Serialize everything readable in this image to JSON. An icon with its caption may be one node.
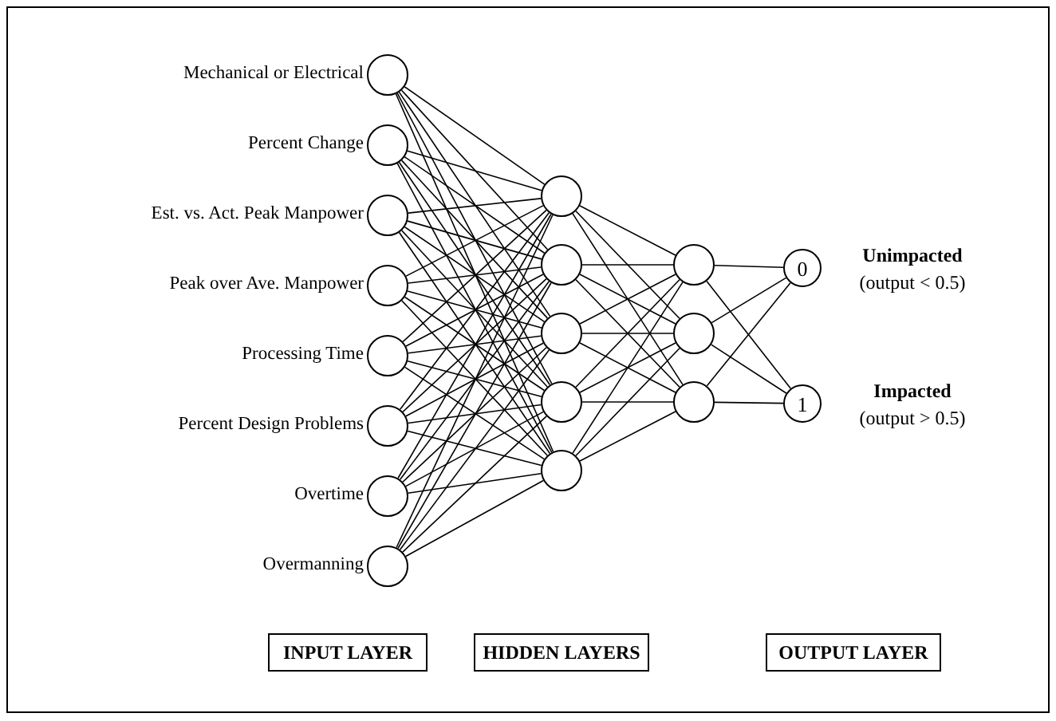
{
  "diagram": {
    "nodes": [
      {
        "text": [],
        "shape": "circle",
        "beside": [
          "Mechanical or Electrical"
        ]
      },
      {
        "text": [],
        "shape": "circle",
        "beside": [
          "Percent Change"
        ]
      },
      {
        "text": [],
        "shape": "circle",
        "beside": [
          "Est. vs. Act. Peak Manpower"
        ]
      },
      {
        "text": [],
        "shape": "circle",
        "beside": [
          "Peak over Ave. Manpower"
        ]
      },
      {
        "text": [],
        "shape": "circle",
        "beside": [
          "Processing Time"
        ]
      },
      {
        "text": [],
        "shape": "circle",
        "beside": [
          "Percent Design Problems"
        ]
      },
      {
        "text": [],
        "shape": "circle",
        "beside": [
          "Overtime"
        ]
      },
      {
        "text": [],
        "shape": "circle",
        "beside": [
          "Overmanning"
        ]
      },
      {
        "text": [],
        "shape": "circle"
      },
      {
        "text": [],
        "shape": "circle"
      },
      {
        "text": [],
        "shape": "circle"
      },
      {
        "text": [],
        "shape": "circle"
      },
      {
        "text": [],
        "shape": "circle"
      },
      {
        "text": [],
        "shape": "circle"
      },
      {
        "text": [],
        "shape": "circle"
      },
      {
        "text": [],
        "shape": "circle"
      },
      {
        "text": [
          "0"
        ],
        "beside": [
          "Unimpacted",
          "(output < 0.5)"
        ]
      },
      {
        "text": [
          "1"
        ],
        "beside": [
          "Impacted",
          "(output > 0.5)"
        ]
      },
      {
        "text": [
          "INPUT LAYER"
        ]
      },
      {
        "text": [
          "HIDDEN LAYERS"
        ]
      },
      {
        "text": [
          "OUTPUT LAYER"
        ]
      }
    ],
    "edges": [
      {
        "from": 0,
        "to": 8,
        "arrow": "none"
      },
      {
        "from": 0,
        "to": 9,
        "arrow": "none"
      },
      {
        "from": 0,
        "to": 10,
        "arrow": "none"
      },
      {
        "from": 0,
        "to": 11,
        "arrow": "none"
      },
      {
        "from": 0,
        "to": 12,
        "arrow": "none"
      },
      {
        "from": 1,
        "to": 8,
        "arrow": "none"
      },
      {
        "from": 1,
        "to": 9,
        "arrow": "none"
      },
      {
        "from": 1,
        "to": 10,
        "arrow": "none"
      },
      {
        "from": 1,
        "to": 11,
        "arrow": "none"
      },
      {
        "from": 1,
        "to": 12,
        "arrow": "none"
      },
      {
        "from": 2,
        "to": 8,
        "arrow": "none"
      },
      {
        "from": 2,
        "to": 9,
        "arrow": "none"
      },
      {
        "from": 2,
        "to": 10,
        "arrow": "none"
      },
      {
        "from": 2,
        "to": 11,
        "arrow": "none"
      },
      {
        "from": 2,
        "to": 12,
        "arrow": "none"
      },
      {
        "from": 3,
        "to": 8,
        "arrow": "none"
      },
      {
        "from": 3,
        "to": 9,
        "arrow": "none"
      },
      {
        "from": 3,
        "to": 10,
        "arrow": "none"
      },
      {
        "from": 3,
        "to": 11,
        "arrow": "none"
      },
      {
        "from": 3,
        "to": 12,
        "arrow": "none"
      },
      {
        "from": 4,
        "to": 8,
        "arrow": "none"
      },
      {
        "from": 4,
        "to": 9,
        "arrow": "none"
      },
      {
        "from": 4,
        "to": 10,
        "arrow": "none"
      },
      {
        "from": 4,
        "to": 11,
        "arrow": "none"
      },
      {
        "from": 4,
        "to": 12,
        "arrow": "none"
      },
      {
        "from": 5,
        "to": 8,
        "arrow": "none"
      },
      {
        "from": 5,
        "to": 9,
        "arrow": "none"
      },
      {
        "from": 5,
        "to": 10,
        "arrow": "none"
      },
      {
        "from": 5,
        "to": 11,
        "arrow": "none"
      },
      {
        "from": 5,
        "to": 12,
        "arrow": "none"
      },
      {
        "from": 6,
        "to": 8,
        "arrow": "none"
      },
      {
        "from": 6,
        "to": 9,
        "arrow": "none"
      },
      {
        "from": 6,
        "to": 10,
        "arrow": "none"
      },
      {
        "from": 6,
        "to": 11,
        "arrow": "none"
      },
      {
        "from": 6,
        "to": 12,
        "arrow": "none"
      },
      {
        "from": 7,
        "to": 8,
        "arrow": "none"
      },
      {
        "from": 7,
        "to": 9,
        "arrow": "none"
      },
      {
        "from": 7,
        "to": 10,
        "arrow": "none"
      },
      {
        "from": 7,
        "to": 11,
        "arrow": "none"
      },
      {
        "from": 7,
        "to": 12,
        "arrow": "none"
      },
      {
        "from": 8,
        "to": 13,
        "arrow": "none"
      },
      {
        "from": 8,
        "to": 14,
        "arrow": "none"
      },
      {
        "from": 8,
        "to": 15,
        "arrow": "none"
      },
      {
        "from": 9,
        "to": 13,
        "arrow": "none"
      },
      {
        "from": 9,
        "to": 14,
        "arrow": "none"
      },
      {
        "from": 9,
        "to": 15,
        "arrow": "none"
      },
      {
        "from": 10,
        "to": 13,
        "arrow": "none"
      },
      {
        "from": 10,
        "to": 14,
        "arrow": "none"
      },
      {
        "from": 10,
        "to": 15,
        "arrow": "none"
      },
      {
        "from": 11,
        "to": 13,
        "arrow": "none"
      },
      {
        "from": 11,
        "to": 14,
        "arrow": "none"
      },
      {
        "from": 11,
        "to": 15,
        "arrow": "none"
      },
      {
        "from": 12,
        "to": 13,
        "arrow": "none"
      },
      {
        "from": 12,
        "to": 14,
        "arrow": "none"
      },
      {
        "from": 12,
        "to": 15,
        "arrow": "none"
      },
      {
        "from": 13,
        "to": 16,
        "arrow": "none"
      },
      {
        "from": 13,
        "to": 17,
        "arrow": "none"
      },
      {
        "from": 14,
        "to": 16,
        "arrow": "none"
      },
      {
        "from": 14,
        "to": 17,
        "arrow": "none"
      },
      {
        "from": 15,
        "to": 16,
        "arrow": "none"
      },
      {
        "from": 15,
        "to": 17,
        "arrow": "none"
      }
    ]
  }
}
